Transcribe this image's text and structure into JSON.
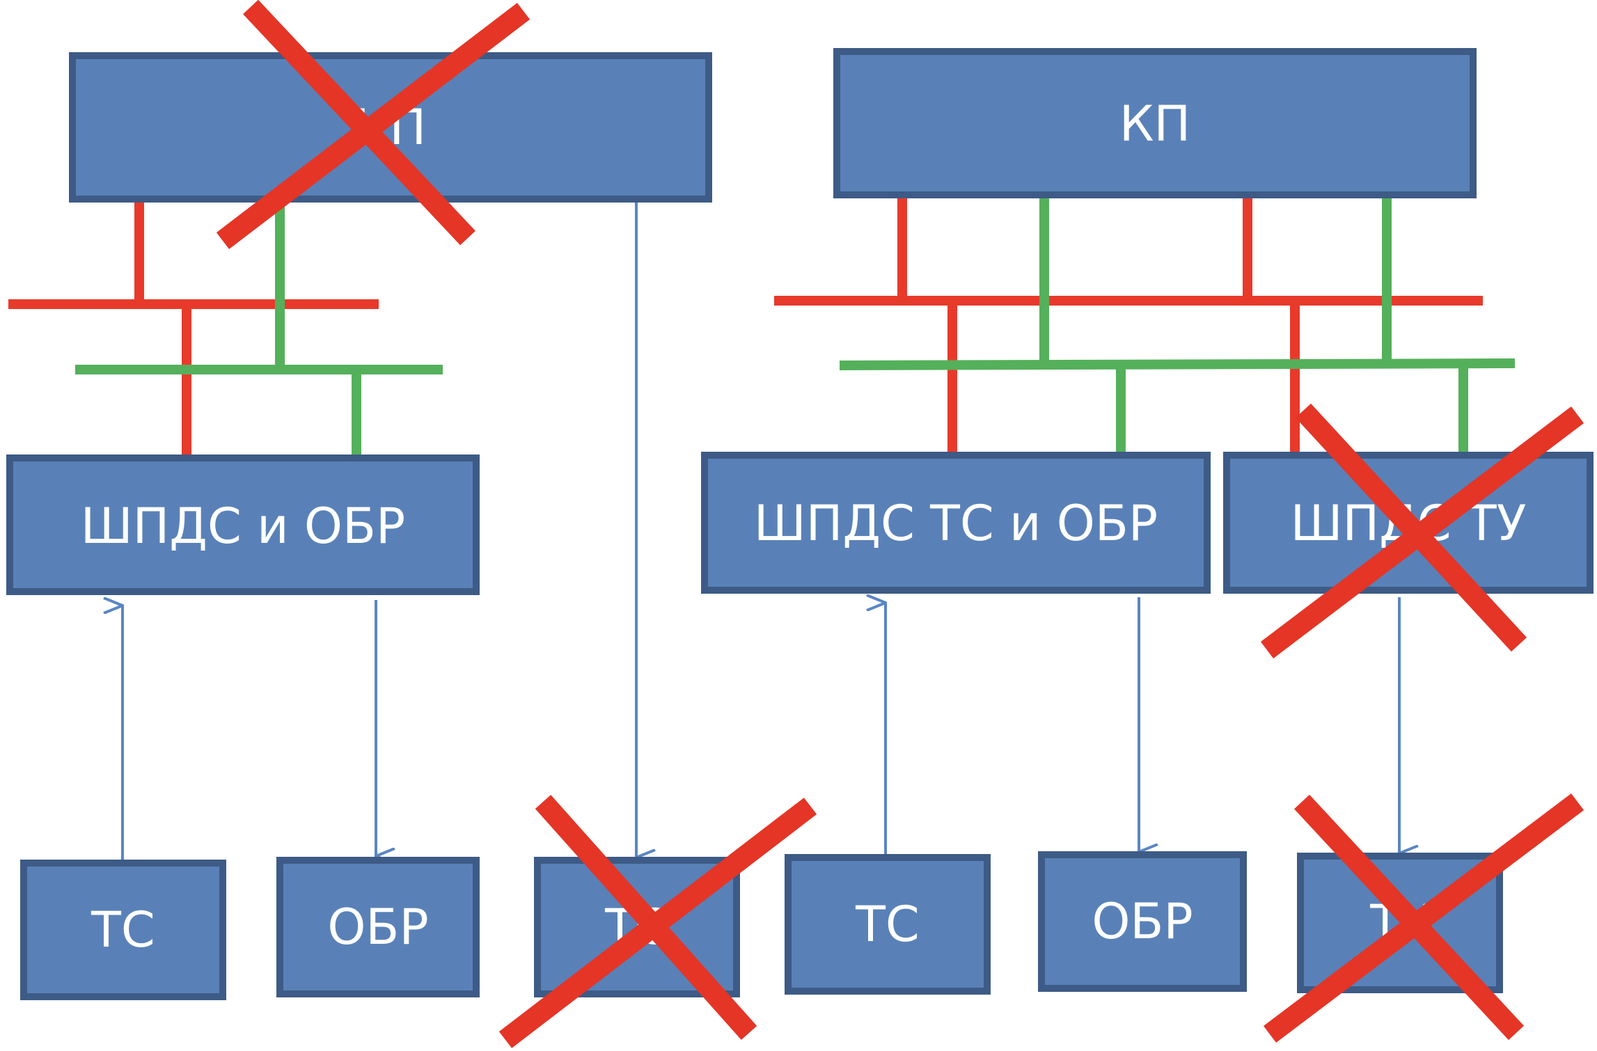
{
  "colors": {
    "box_fill": "#5981b8",
    "box_border": "#3d5b86",
    "box_text": "#ffffff",
    "red_bus": "#e83a2b",
    "green_bus": "#54b05b",
    "arrow": "#5a86c4",
    "cross": "#e43526"
  },
  "left": {
    "top_box": "КП",
    "hub_box": "ШПДС и ОБР",
    "tc_left": "ТС",
    "obr": "ОБР",
    "tc_direct": "ТС"
  },
  "right": {
    "top_box": "КП",
    "hub_tc_obr": "ШПДС ТС и ОБР",
    "hub_tu": "ШПДС ТУ",
    "tc": "ТС",
    "obr": "ОБР",
    "tu": "ТУ"
  }
}
